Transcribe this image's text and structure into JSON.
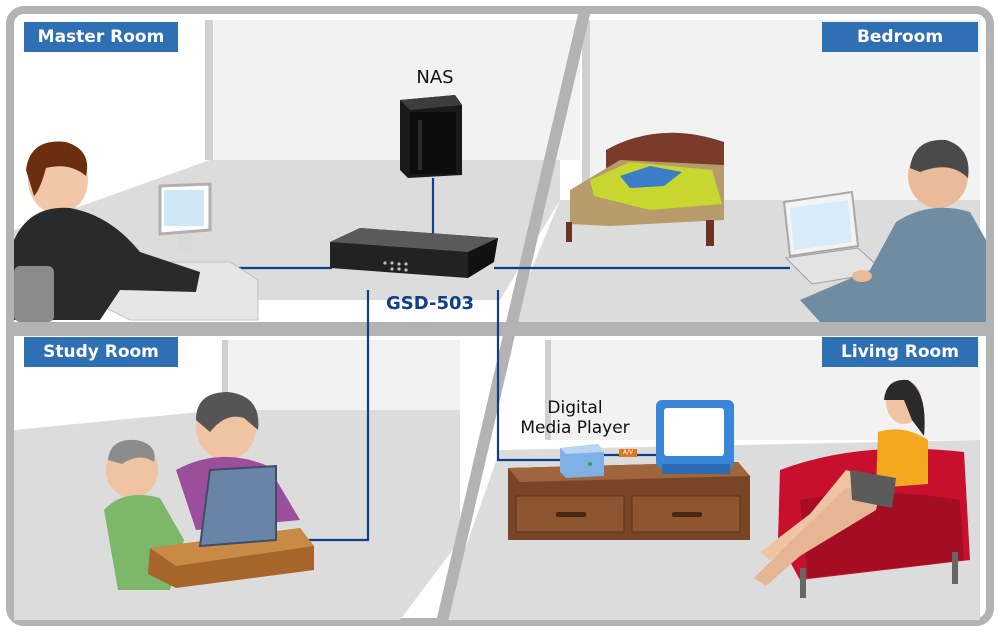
{
  "rooms": {
    "master": "Master Room",
    "bedroom": "Bedroom",
    "study": "Study Room",
    "living": "Living Room"
  },
  "devices": {
    "nas": "NAS",
    "switch": "GSD-503",
    "media_player_line1": "Digital",
    "media_player_line2": "Media Player",
    "av_tag": "A/V"
  },
  "colors": {
    "label_bg": "#2f6fb3",
    "cable": "#0f3f86",
    "wall": "#b3b3b3",
    "floor": "#dcdcdc"
  }
}
